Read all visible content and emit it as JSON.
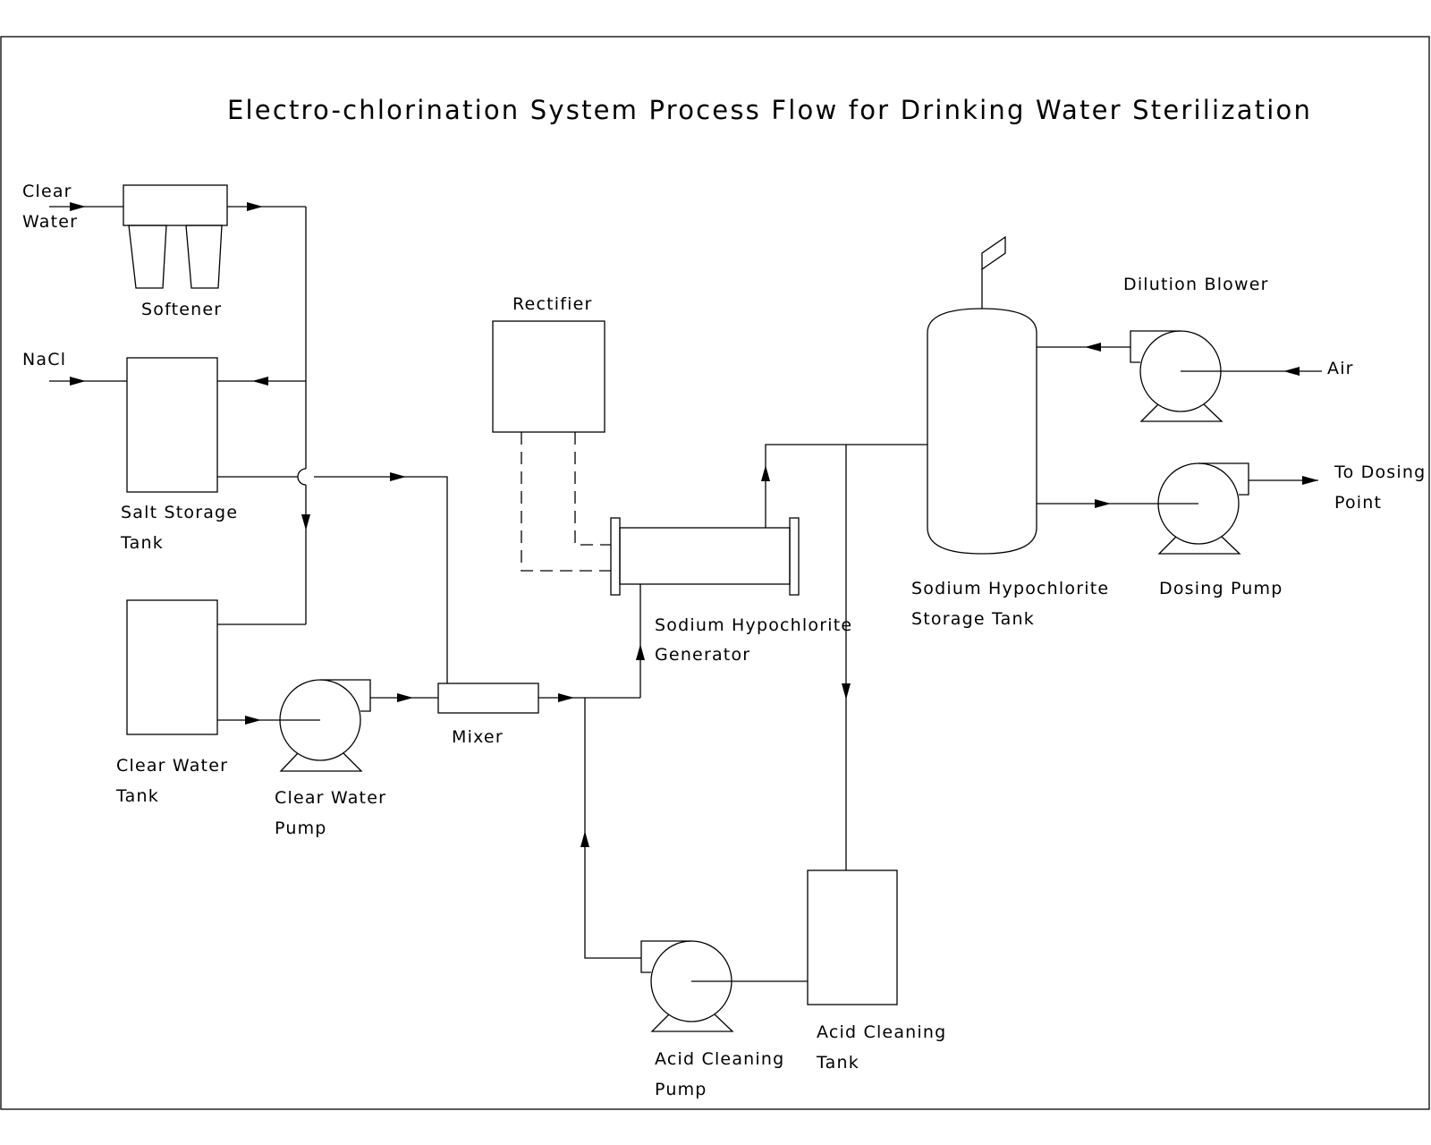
{
  "title": "Electro-chlorination System Process Flow for Drinking Water Sterilization",
  "inputs": {
    "clear_water": [
      "Clear",
      "Water"
    ],
    "nacl": "NaCl",
    "air": "Air"
  },
  "output": {
    "to_dosing_point": [
      "To Dosing",
      "Point"
    ]
  },
  "equipment": {
    "softener": "Softener",
    "salt_storage_tank": [
      "Salt Storage",
      "Tank"
    ],
    "clear_water_tank": [
      "Clear Water",
      "Tank"
    ],
    "clear_water_pump": [
      "Clear Water",
      "Pump"
    ],
    "mixer": "Mixer",
    "rectifier": "Rectifier",
    "generator": [
      "Sodium Hypochlorite",
      "Generator"
    ],
    "storage_tank": [
      "Sodium Hypochlorite",
      "Storage Tank"
    ],
    "dilution_blower": "Dilution Blower",
    "dosing_pump": "Dosing Pump",
    "acid_cleaning_pump": [
      "Acid Cleaning",
      "Pump"
    ],
    "acid_cleaning_tank": [
      "Acid Cleaning",
      "Tank"
    ]
  }
}
